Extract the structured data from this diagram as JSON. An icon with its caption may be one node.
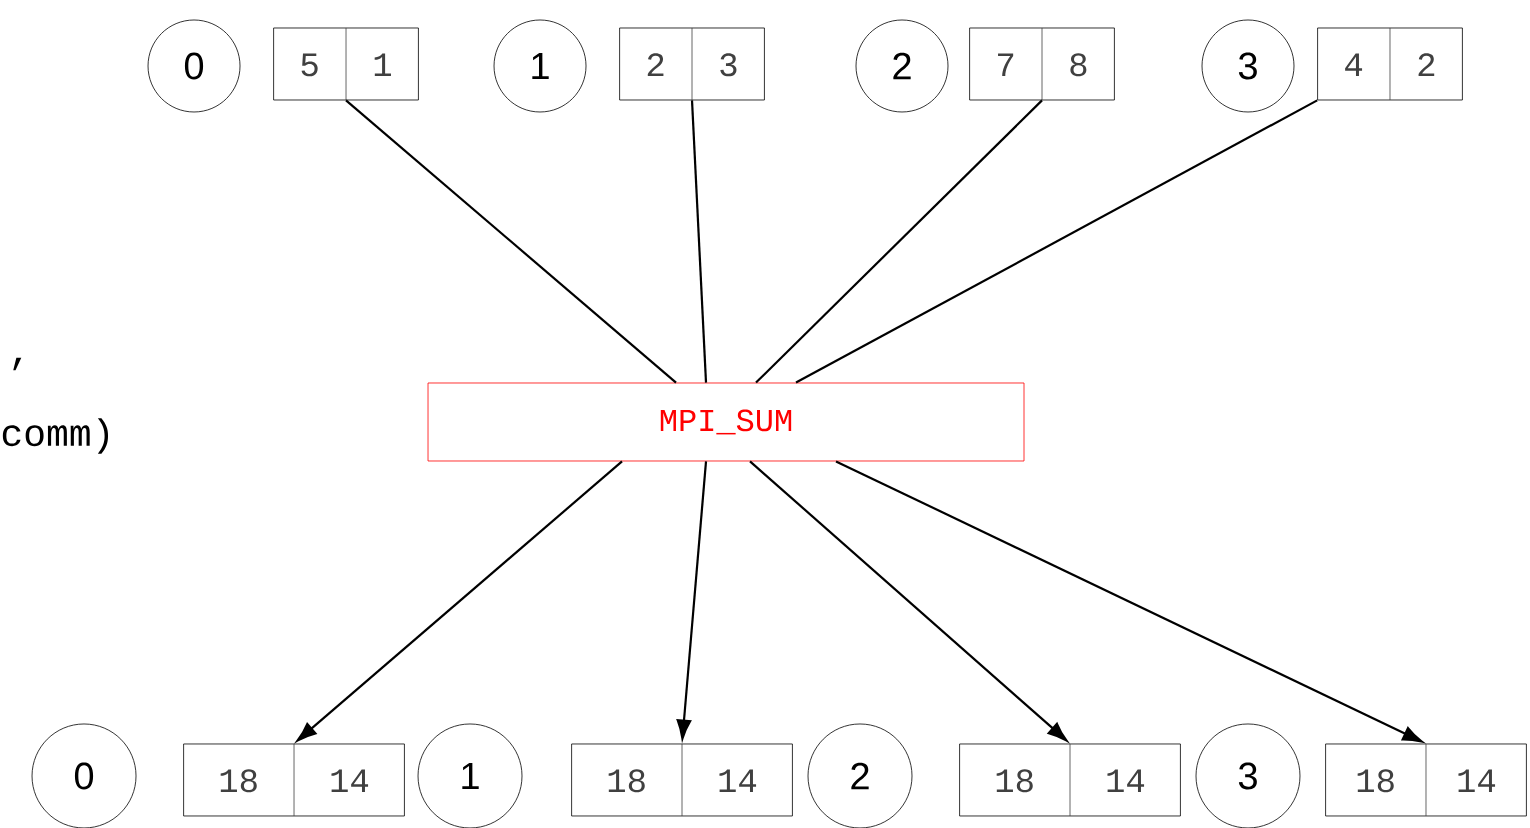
{
  "diagram": {
    "nodes": [
      {
        "text": [
          "0"
        ]
      },
      {
        "text": [
          "5",
          "1"
        ]
      },
      {
        "text": [
          "1"
        ]
      },
      {
        "text": [
          "2",
          "3"
        ]
      },
      {
        "text": [
          "2"
        ]
      },
      {
        "text": [
          "7",
          "8"
        ]
      },
      {
        "text": [
          "3"
        ]
      },
      {
        "text": [
          "4",
          "2"
        ]
      },
      {
        "text": [
          "MPI_SUM"
        ]
      },
      {
        "text": [
          "0"
        ]
      },
      {
        "text": [
          "18",
          "14"
        ]
      },
      {
        "text": [
          "1"
        ]
      },
      {
        "text": [
          "18",
          "14"
        ]
      },
      {
        "text": [
          "2"
        ]
      },
      {
        "text": [
          "18",
          "14"
        ]
      },
      {
        "text": [
          "3"
        ]
      },
      {
        "text": [
          "18",
          "14"
        ]
      }
    ],
    "edges": [
      {
        "from": 1,
        "to": 8,
        "arrow": "none"
      },
      {
        "from": 3,
        "to": 8,
        "arrow": "none"
      },
      {
        "from": 5,
        "to": 8,
        "arrow": "none"
      },
      {
        "from": 7,
        "to": 8,
        "arrow": "none"
      },
      {
        "from": 8,
        "to": 10,
        "arrow": "to"
      },
      {
        "from": 8,
        "to": 12,
        "arrow": "to"
      },
      {
        "from": 8,
        "to": 14,
        "arrow": "to"
      },
      {
        "from": 8,
        "to": 16,
        "arrow": "to"
      }
    ],
    "labels": [
      ",",
      "comm)"
    ]
  }
}
